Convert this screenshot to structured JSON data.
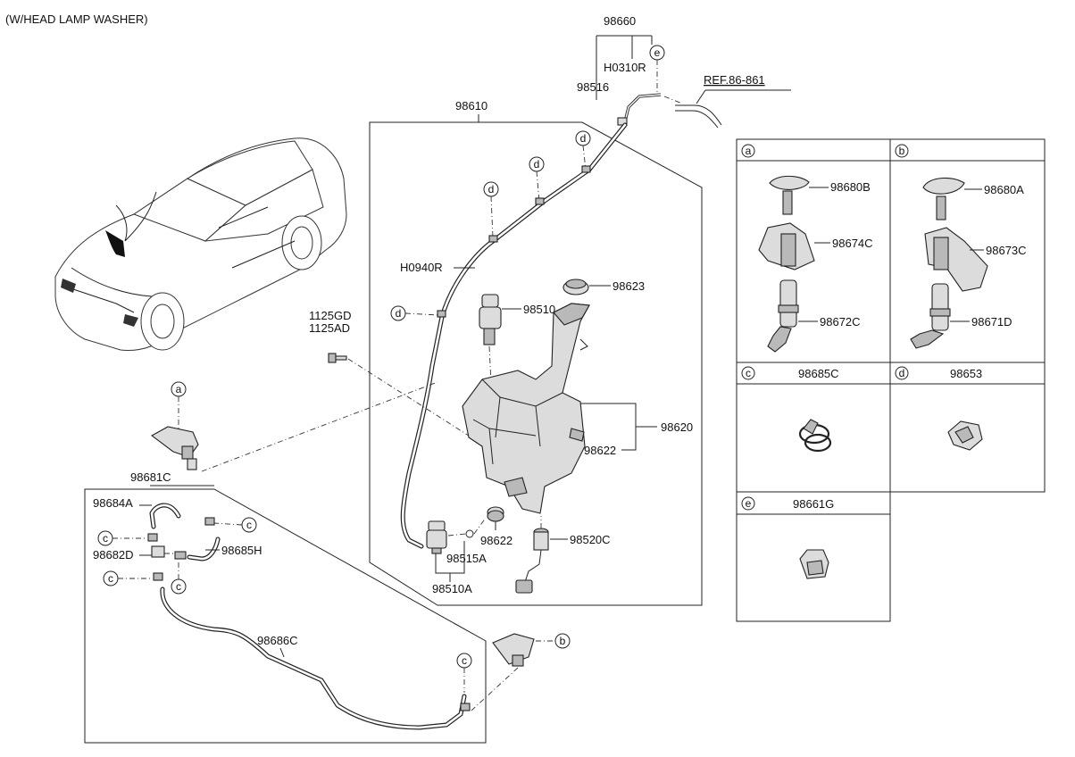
{
  "header": {
    "note": "(W/HEAD LAMP WASHER)"
  },
  "labels": {
    "p98660": "98660",
    "h0310r": "H0310R",
    "p98516": "98516",
    "ref": "REF.86-861",
    "p98610": "98610",
    "h0940r": "H0940R",
    "p98623": "98623",
    "p98510": "98510",
    "p1125gd": "1125GD",
    "p1125ad": "1125AD",
    "p98620": "98620",
    "p98622a": "98622",
    "p98622b": "98622",
    "p98515a": "98515A",
    "p98510a": "98510A",
    "p98520c": "98520C",
    "p98681c": "98681C",
    "p98684a": "98684A",
    "p98682d": "98682D",
    "p98685h": "98685H",
    "p98686c": "98686C"
  },
  "callouts": {
    "a": "a",
    "b": "b",
    "c": "c",
    "d": "d",
    "e": "e"
  },
  "panel": {
    "a": {
      "key": "a",
      "parts": [
        "98680B",
        "98674C",
        "98672C"
      ]
    },
    "b": {
      "key": "b",
      "parts": [
        "98680A",
        "98673C",
        "98671D"
      ]
    },
    "c": {
      "key": "c",
      "title": "98685C"
    },
    "d": {
      "key": "d",
      "title": "98653"
    },
    "e": {
      "key": "e",
      "title": "98661G"
    }
  }
}
